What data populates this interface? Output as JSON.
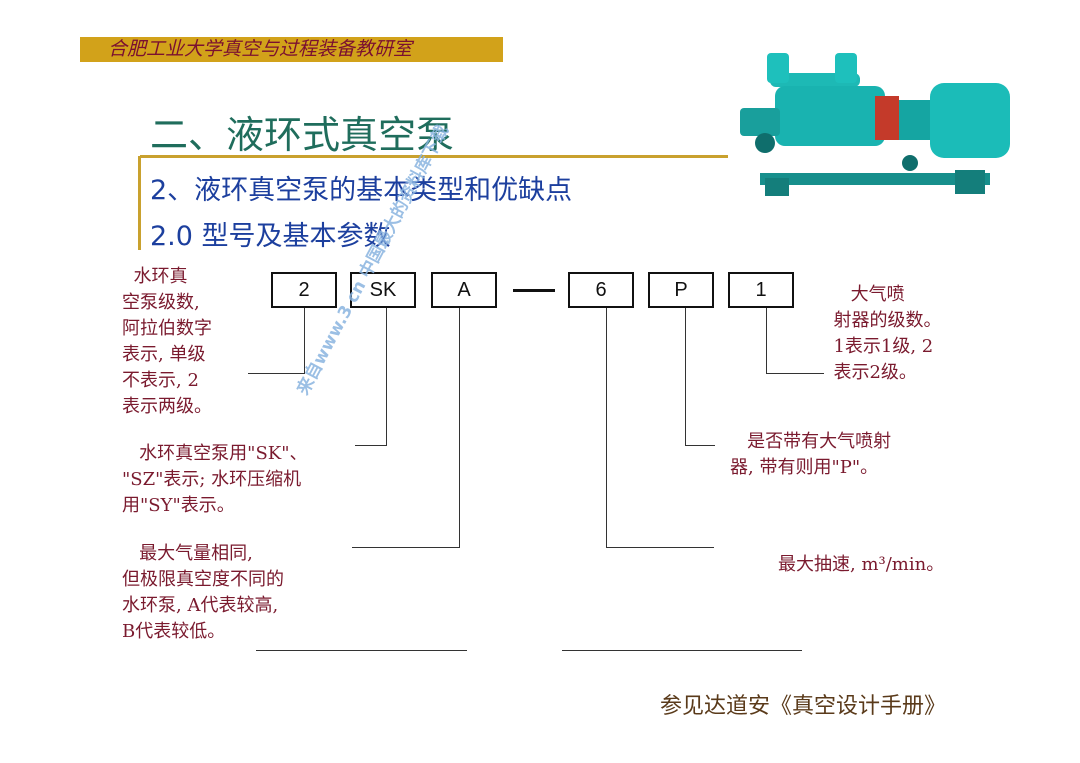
{
  "header": {
    "text": "合肥工业大学真空与过程装备教研室"
  },
  "title": "二、液环式真空泵",
  "subheads": [
    "2、液环真空泵的基本类型和优缺点",
    "2.0 型号及基本参数"
  ],
  "model_code": [
    "2",
    "SK",
    "A",
    "6",
    "P",
    "1"
  ],
  "notes": {
    "stages": "  水环真\n空泵级数,\n阿拉伯数字\n表示, 单级\n不表示, 2\n表示两级。",
    "type": "   水环真空泵用\"SK\"、\n\"SZ\"表示; 水环压缩机\n用\"SY\"表示。",
    "vacuum": "   最大气量相同,\n但极限真空度不同的\n水环泵, A代表较高,\nB代表较低。",
    "ejector_stages": "     大气喷\n  射器的级数。\n  1表示1级, 2\n  表示2级。",
    "ejector": "   是否带有大气喷射\n器, 带有则用\"P\"。",
    "speed": "最大抽速, m³/min。"
  },
  "reference": "参见达道安《真空设计手册》",
  "watermark": "来自www.3    cn 中国最大的资料库下载",
  "colors": {
    "header_bg": "#d2a21a",
    "title": "#1f6d5c",
    "subhead": "#1c3f9e",
    "note": "#7a1a2e",
    "pump": "#19b3b0"
  }
}
